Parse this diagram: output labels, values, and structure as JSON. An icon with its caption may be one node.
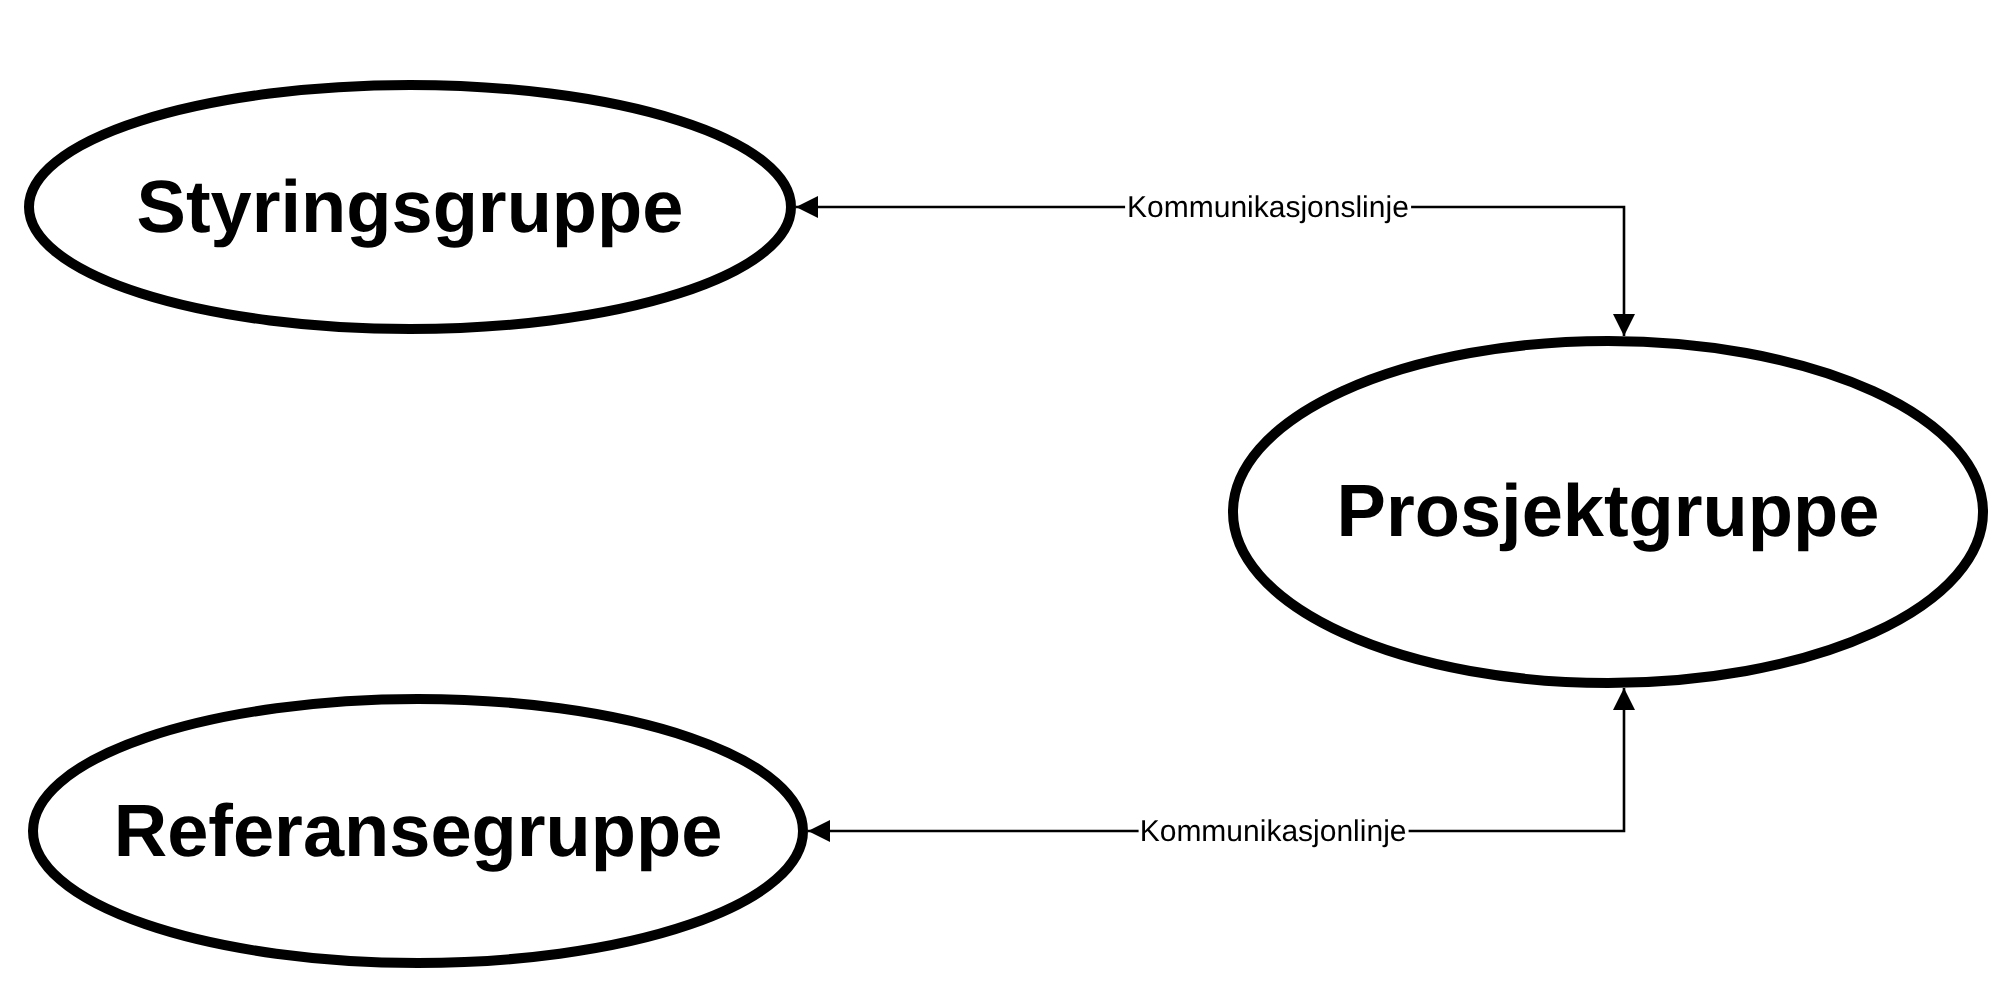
{
  "diagram": {
    "nodes": [
      {
        "text": [
          "Styringsgruppe"
        ]
      },
      {
        "text": [
          "Prosjektgruppe"
        ]
      },
      {
        "text": [
          "Referansegruppe"
        ]
      }
    ],
    "edges": [
      {
        "from": 0,
        "to": 1,
        "arrow": "both",
        "label": "Kommunikasjonslinje"
      },
      {
        "from": 2,
        "to": 1,
        "arrow": "both",
        "label": "Kommunikasjonlinje"
      }
    ]
  }
}
